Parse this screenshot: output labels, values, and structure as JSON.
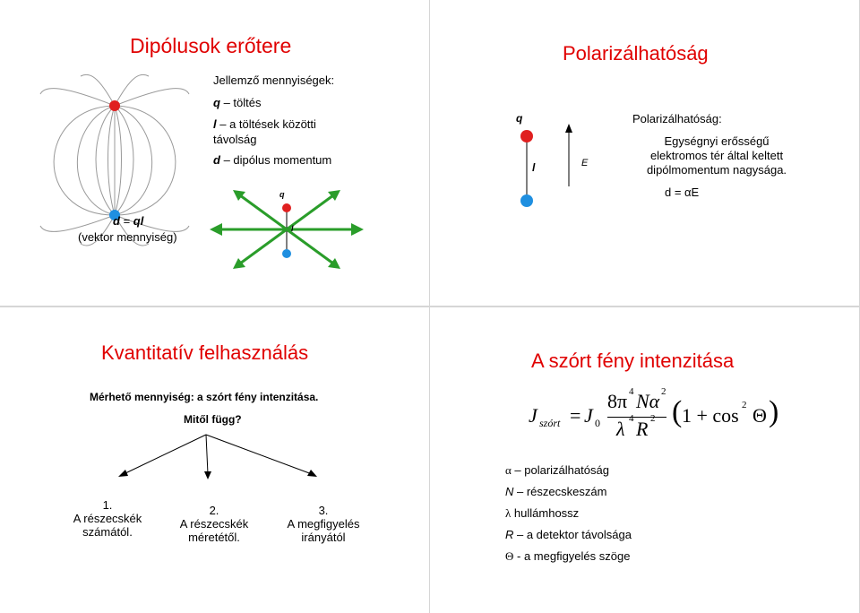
{
  "colors": {
    "title_red": "#e00000",
    "positive_charge": "#e02020",
    "negative_charge": "#1f8fe0",
    "arrow_green": "#2a9d2a"
  },
  "slide1": {
    "title": "Dipólusok erőtere",
    "quantities_header": "Jellemző mennyiségek:",
    "q_symbol": "q",
    "q_desc": " – töltés",
    "l_symbol": "l",
    "l_desc_line1": " – a töltések közötti",
    "l_desc_line2": "távolság",
    "d_symbol": "d",
    "d_desc": " – dipólus momentum",
    "diagram_q": "q",
    "diagram_l": "l",
    "formula_d": "d",
    "formula_eq": " = ",
    "formula_ql": "ql",
    "formula_note": "(vektor mennyiség)"
  },
  "slide2": {
    "title": "Polarizálhatóság",
    "q_label": "q",
    "l_label": "l",
    "e_label": "E",
    "def_header": "Polarizálhatóság:",
    "def_line1": "Egységnyi erősségű",
    "def_line2": "elektromos tér által keltett",
    "def_line3": "dipólmomentum nagysága.",
    "formula": "d = αE"
  },
  "slide3": {
    "title": "Kvantitatív felhasználás",
    "measured": "Mérhető mennyiség: a szórt fény intenzitása.",
    "question": "Mitől függ?",
    "branch1_num": "1.",
    "branch1_l1": "A részecskék",
    "branch1_l2": "számától.",
    "branch2_num": "2.",
    "branch2_l1": "A részecskék",
    "branch2_l2": "méretétől.",
    "branch3_num": "3.",
    "branch3_l1": "A megfigyelés",
    "branch3_l2": "irányától"
  },
  "slide4": {
    "title": "A szórt fény intenzitása",
    "eq_J": "J",
    "eq_sub": "szórt",
    "eq_equals": "=",
    "eq_J0": "J",
    "eq_J0_sub": "0",
    "eq_num": "8π",
    "eq_num_exp": "4",
    "eq_N": "Nα",
    "eq_N_exp": "2",
    "eq_den": "λ",
    "eq_den_exp": "4",
    "eq_R": "R",
    "eq_R_exp": "2",
    "eq_paren_content": "1 + cos",
    "eq_cos_exp": "2",
    "eq_theta": "Θ",
    "legend": [
      {
        "sym": "α",
        "text": " – polarizálhatóság"
      },
      {
        "sym": "N",
        "text": " – részecskeszám"
      },
      {
        "sym": "λ",
        "text": " hullámhossz"
      },
      {
        "sym": "R",
        "text": " – a detektor távolsága"
      },
      {
        "sym": "Θ",
        "text": " - a megfigyelés szöge"
      }
    ]
  }
}
